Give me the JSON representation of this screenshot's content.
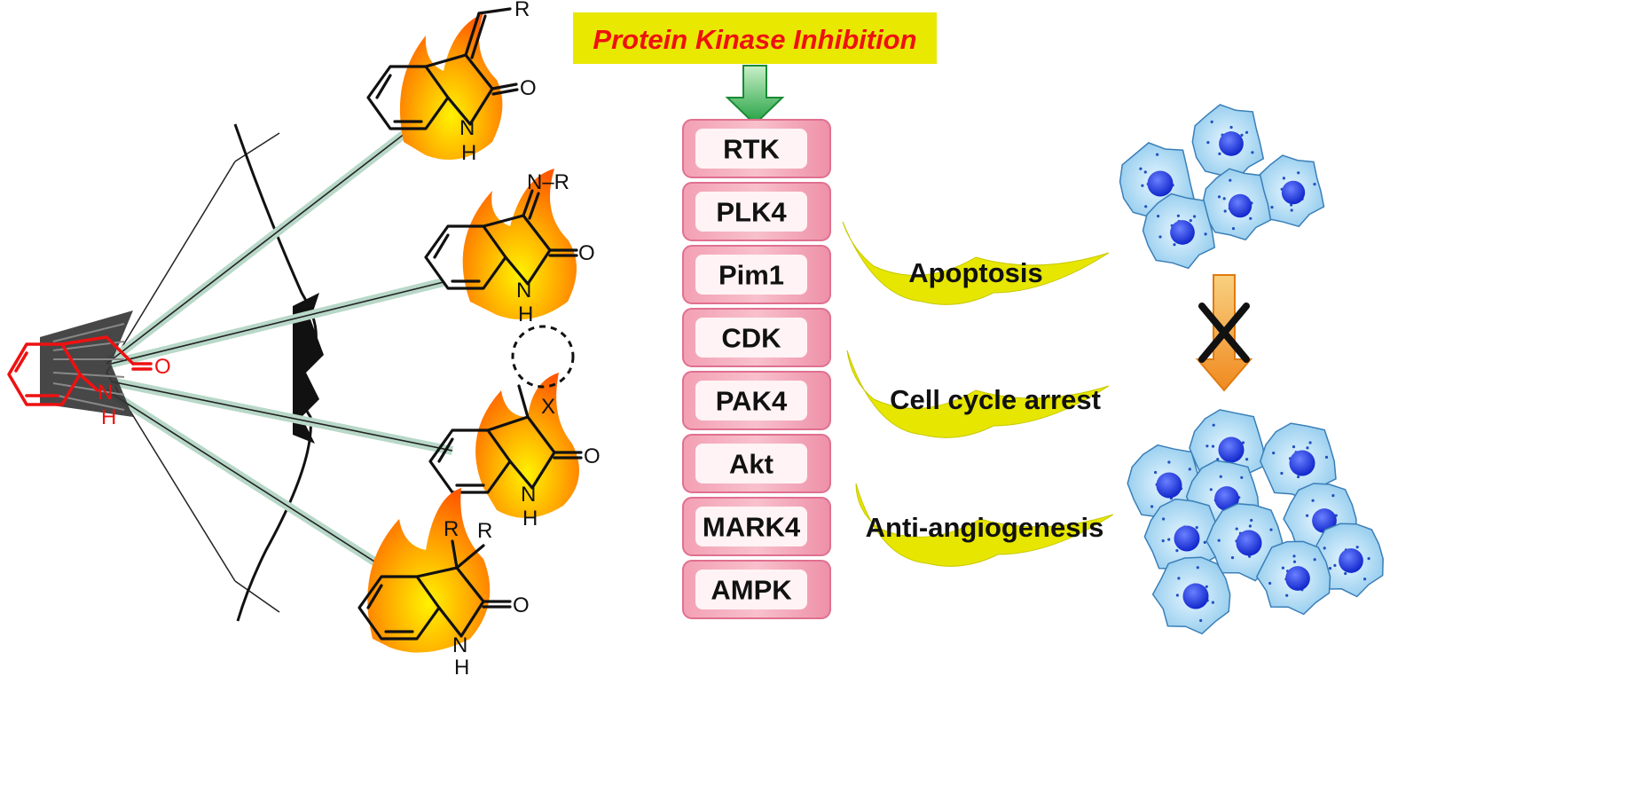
{
  "title": "Protein Kinase Inhibition",
  "kinases": [
    "RTK",
    "PLK4",
    "Pim1",
    "CDK",
    "PAK4",
    "Akt",
    "MARK4",
    "AMPK"
  ],
  "effects": [
    "Apoptosis",
    "Cell cycle arrest",
    "Anti-angiogenesis"
  ],
  "core_scaffold": {
    "o": "O",
    "n": "N",
    "h": "H"
  },
  "derivatives": [
    {
      "substituent": "R",
      "o": "O",
      "n": "N",
      "h": "H"
    },
    {
      "substituent": "N–R",
      "o": "O",
      "n": "N",
      "h": "H"
    },
    {
      "substituent": "X",
      "o": "O",
      "n": "N",
      "h": "H"
    },
    {
      "substituent_1": "R",
      "substituent_2": "R",
      "o": "O",
      "n": "N",
      "h": "H"
    }
  ],
  "colors": {
    "title_bg": "#e8e800",
    "title_text": "#ee1111",
    "kinase_block": "#f5a8b8",
    "kinase_label_bg": "#fff3f5",
    "effect_arrow": "#e6e600",
    "down_arrow": "#3cb34a",
    "cell": "#a8d8f0",
    "nucleus": "#1030e0",
    "block_arrow": "#f0a040",
    "core_structure": "#ee1111"
  }
}
